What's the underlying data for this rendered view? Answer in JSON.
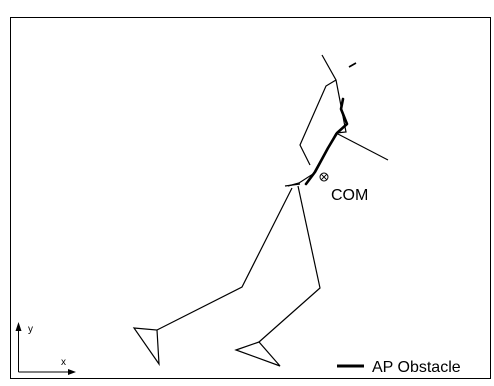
{
  "figure": {
    "com_label": "COM",
    "x_axis_label": "x",
    "y_axis_label": "y",
    "legend_label": "AP Obstacle",
    "stroke_color": "#000000",
    "background": "#ffffff"
  }
}
